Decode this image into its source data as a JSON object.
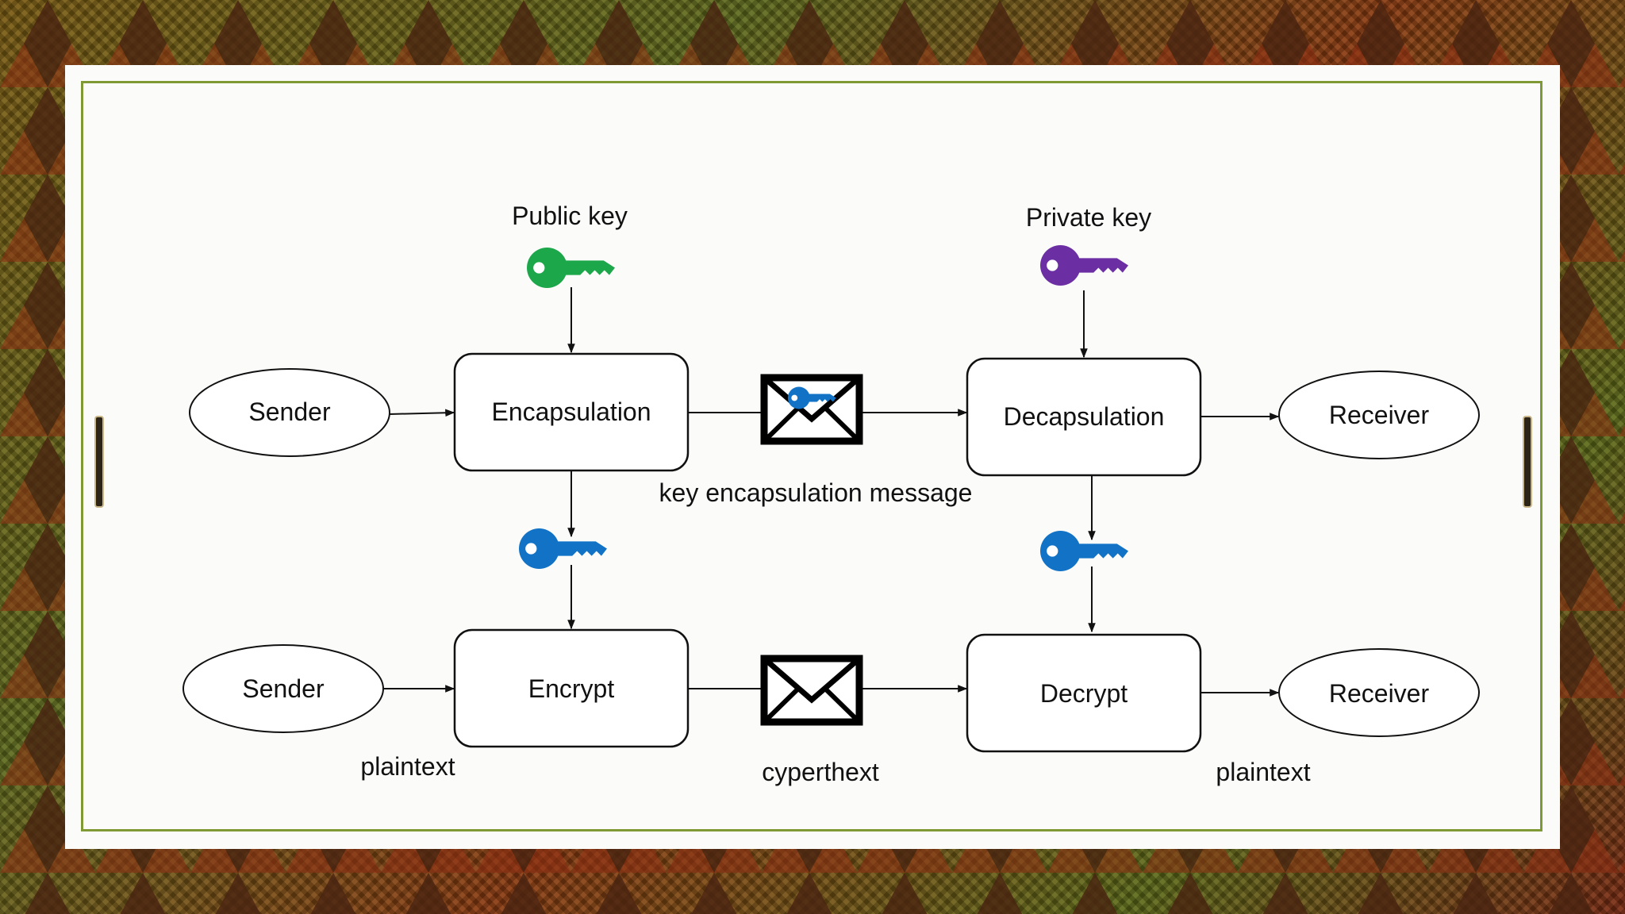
{
  "diagram": {
    "top_row": {
      "public_key_label": "Public key",
      "private_key_label": "Private key",
      "sender": "Sender",
      "encapsulation": "Encapsulation",
      "decapsulation": "Decapsulation",
      "receiver": "Receiver",
      "message_caption": "key encapsulation message"
    },
    "bottom_row": {
      "sender": "Sender",
      "encrypt": "Encrypt",
      "decrypt": "Decrypt",
      "receiver": "Receiver",
      "plaintext_left": "plaintext",
      "ciphertext": "cyperthext",
      "plaintext_right": "plaintext"
    }
  },
  "colors": {
    "public_key": "#1ca84a",
    "private_key": "#6b2fa3",
    "shared_key": "#1273c6",
    "frame": "#7f9a34"
  },
  "icons": [
    "public-key-icon",
    "private-key-icon",
    "shared-key-icon",
    "envelope-icon"
  ]
}
